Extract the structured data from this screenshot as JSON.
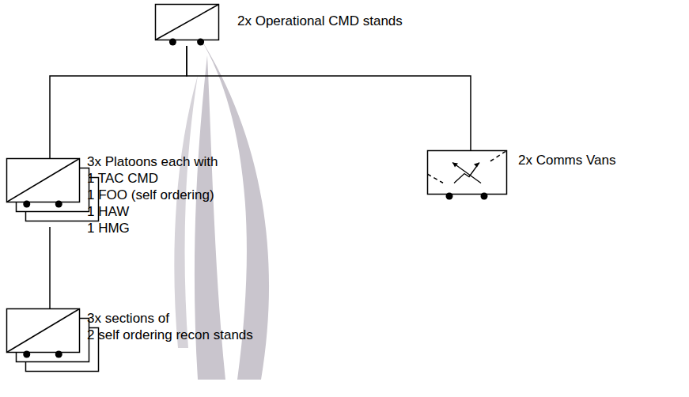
{
  "diagram": {
    "nodes": [
      {
        "text": [
          "2x Operational CMD stands"
        ]
      },
      {
        "text": [
          "3x Platoons each with",
          "1 TAC CMD",
          "1 FOO (self ordering)",
          "1 HAW",
          "1 HMG"
        ]
      },
      {
        "text": [
          "2x Comms Vans"
        ]
      },
      {
        "text": [
          "3x sections of",
          "2 self ordering recon stands"
        ]
      }
    ],
    "edges": [
      {
        "from": 0,
        "to": 1,
        "arrow": "none"
      },
      {
        "from": 0,
        "to": 2,
        "arrow": "none"
      },
      {
        "from": 1,
        "to": 3,
        "arrow": "none"
      }
    ]
  }
}
